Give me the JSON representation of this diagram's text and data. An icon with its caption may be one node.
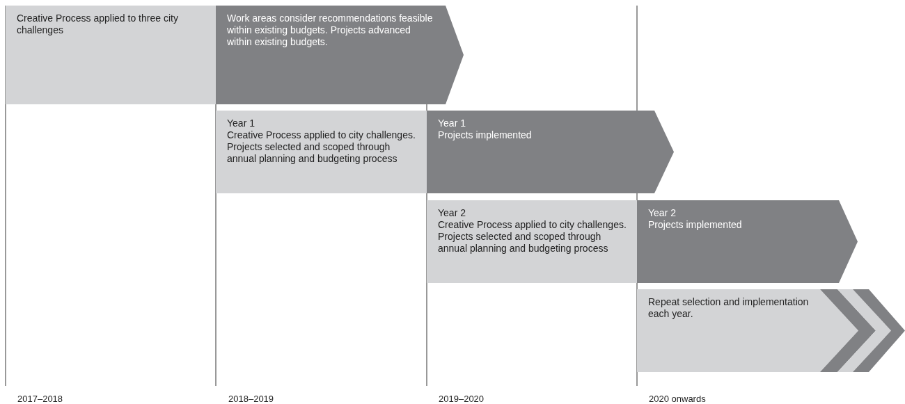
{
  "diagram": {
    "nodes": [
      {
        "text": [
          "Creative Process applied to three city challenges"
        ]
      },
      {
        "text": [
          "Work areas consider recommendations feasible within existing budgets. Projects advanced within existing budgets."
        ]
      },
      {
        "text": [
          "Year 1",
          "Creative Process applied to city challenges. Projects selected and scoped through annual planning and budgeting process"
        ]
      },
      {
        "text": [
          "Year 1",
          "Projects implemented"
        ]
      },
      {
        "text": [
          "Year 2",
          "Creative Process applied to city challenges. Projects selected and scoped through annual planning and budgeting process"
        ]
      },
      {
        "text": [
          "Year 2",
          "Projects implemented"
        ]
      },
      {
        "text": [
          "Repeat selection and implementation each year."
        ]
      }
    ],
    "labels": [
      "2017–2018",
      "2018–2019",
      "2019–2020",
      "2020 onwards"
    ]
  }
}
